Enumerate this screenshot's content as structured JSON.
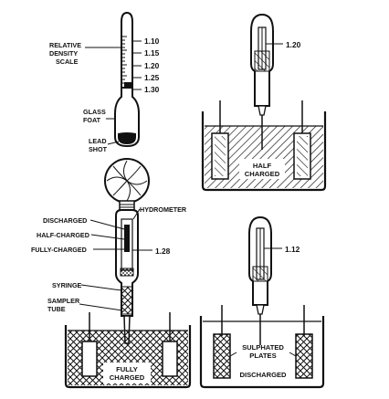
{
  "hydrometer": {
    "scale_label_line1": "RELATIVE",
    "scale_label_line2": "DENSITY",
    "scale_label_line3": "SCALE",
    "scale_values": [
      "1.10",
      "1.15",
      "1.20",
      "1.25",
      "1.30"
    ],
    "float_label_line1": "GLASS",
    "float_label_line2": "FOAT",
    "shot_label_line1": "LEAD",
    "shot_label_line2": "SHOT"
  },
  "syringe": {
    "hydrometer_label": "HYDROMETER",
    "discharged_label": "DISCHARGED",
    "half_charged_label": "HALF-CHARGED",
    "fully_charged_label": "FULLY-CHARGED",
    "reading": "1.28",
    "syringe_label": "SYRINGE",
    "sampler_label_line1": "SAMPLER",
    "sampler_label_line2": "TUBE"
  },
  "cells": {
    "fully_charged_line1": "FULLY",
    "fully_charged_line2": "CHARGED",
    "half_charged_line1": "HALF",
    "half_charged_line2": "CHARGED",
    "half_reading": "1.20",
    "discharged_reading": "1.12",
    "sulphated_line1": "SULPHATED",
    "sulphated_line2": "PLATES",
    "discharged_label": "DISCHARGED"
  }
}
